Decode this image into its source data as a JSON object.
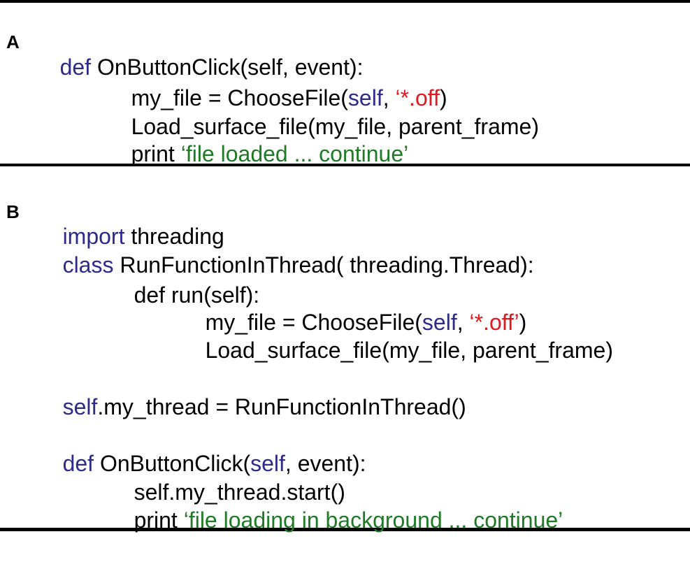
{
  "panels": [
    {
      "label": "A",
      "lines": [
        [
          {
            "text": "def",
            "style": "kw"
          },
          {
            "text": " OnButtonClick(self, event):",
            "style": "plain"
          }
        ],
        [
          {
            "text": "my_file = ChooseFile(",
            "style": "plain"
          },
          {
            "text": "self",
            "style": "kw"
          },
          {
            "text": ", ",
            "style": "plain"
          },
          {
            "text": "‘*.off",
            "style": "str-red"
          },
          {
            "text": ")",
            "style": "plain"
          }
        ],
        [
          {
            "text": "Load_surface_file(my_file, parent_frame)",
            "style": "plain"
          }
        ],
        [
          {
            "text": "print ",
            "style": "plain"
          },
          {
            "text": "‘file loaded ... continue’",
            "style": "str-green"
          }
        ]
      ]
    },
    {
      "label": "B",
      "lines": [
        [
          {
            "text": "import",
            "style": "kw"
          },
          {
            "text": " threading",
            "style": "plain"
          }
        ],
        [
          {
            "text": "class",
            "style": "kw"
          },
          {
            "text": " RunFunctionInThread( threading.Thread):",
            "style": "plain"
          }
        ],
        [
          {
            "text": "def run(self):",
            "style": "plain"
          }
        ],
        [
          {
            "text": "my_file = ChooseFile(",
            "style": "plain"
          },
          {
            "text": "self",
            "style": "kw"
          },
          {
            "text": ", ",
            "style": "plain"
          },
          {
            "text": "‘*.off’",
            "style": "str-red"
          },
          {
            "text": ")",
            "style": "plain"
          }
        ],
        [
          {
            "text": "Load_surface_file(my_file, parent_frame)",
            "style": "plain"
          }
        ],
        [
          {
            "text": "self",
            "style": "kw"
          },
          {
            "text": ".my_thread = RunFunctionInThread()",
            "style": "plain"
          }
        ],
        [
          {
            "text": "def",
            "style": "kw"
          },
          {
            "text": " OnButtonClick(",
            "style": "plain"
          },
          {
            "text": "self",
            "style": "kw"
          },
          {
            "text": ", event):",
            "style": "plain"
          }
        ],
        [
          {
            "text": "self.my_thread.start()",
            "style": "plain"
          }
        ],
        [
          {
            "text": "print ",
            "style": "plain"
          },
          {
            "text": "‘file loading in background ... continue’",
            "style": "str-green"
          }
        ]
      ]
    }
  ]
}
